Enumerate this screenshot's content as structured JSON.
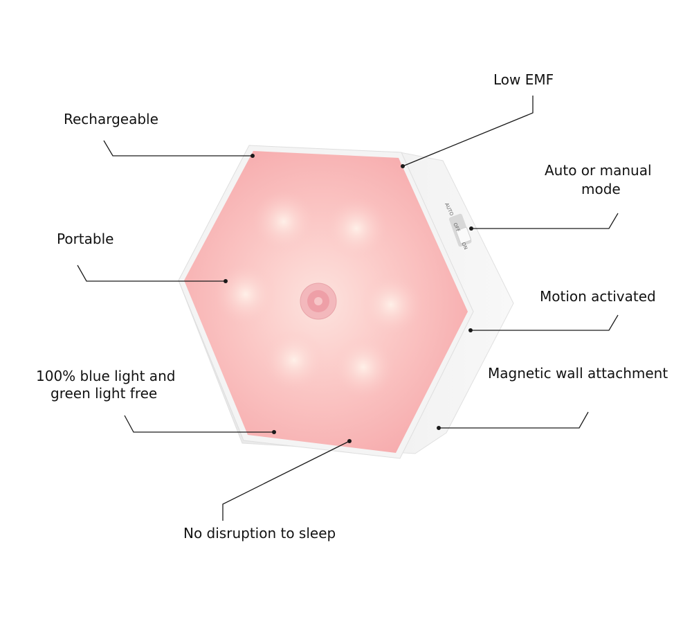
{
  "labels": {
    "rechargeable": "Rechargeable",
    "portable": "Portable",
    "blue_light_line1": "100% blue light and",
    "blue_light_line2": "green light free",
    "no_disruption": "No disruption to sleep",
    "low_emf": "Low EMF",
    "auto_manual_line1": "Auto or manual",
    "auto_manual_line2": "mode",
    "motion": "Motion activated",
    "magnetic": "Magnetic wall attachment"
  },
  "switch": {
    "auto": "AUTO",
    "off": "OFF",
    "on": "ON"
  },
  "colors": {
    "light_face": "#f7b3b3",
    "body": "#f2f2f2",
    "leader": "#1a1a1a"
  }
}
